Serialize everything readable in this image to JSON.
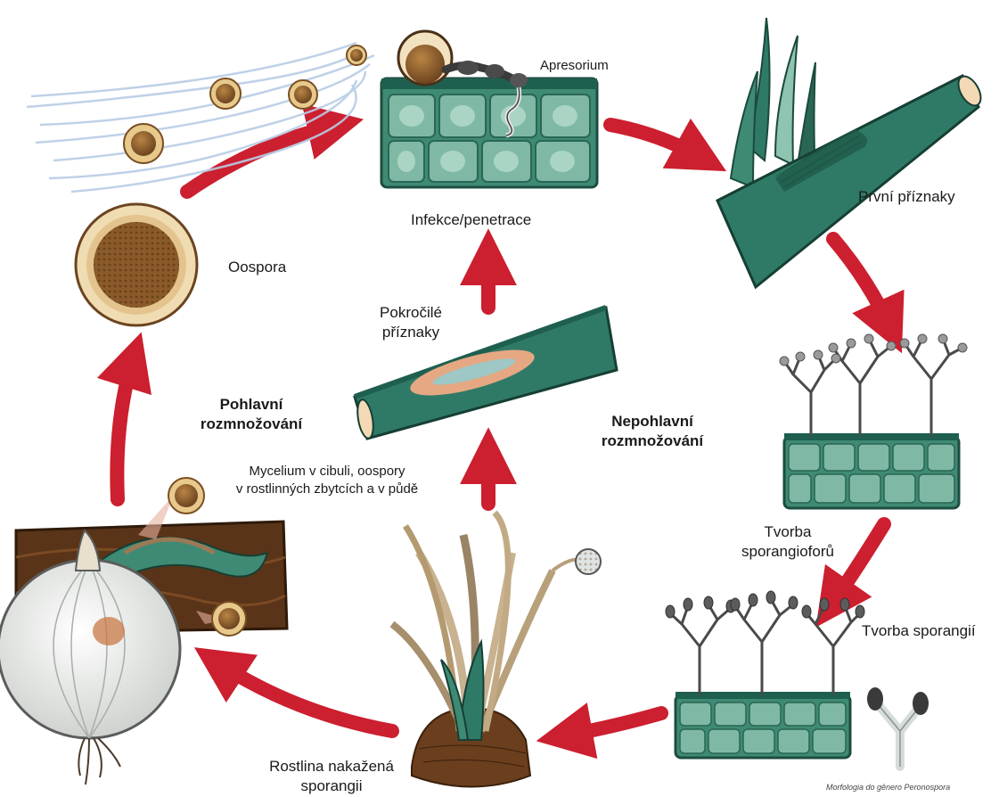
{
  "labels": {
    "apresorium": "Apresorium",
    "infekce": "Infekce/penetrace",
    "prvni": "První příznaky",
    "oospora": "Oospora",
    "pokrocile_1": "Pokročilé",
    "pokrocile_2": "příznaky",
    "pohlavni_1": "Pohlavní",
    "pohlavni_2": "rozmnožování",
    "nepohlavni_1": "Nepohlavní",
    "nepohlavni_2": "rozmnožování",
    "mycelium_1": "Mycelium v cibuli, oospory",
    "mycelium_2": "v rostlinných zbytcích a v půdě",
    "tvorba_sporangioforu_1": "Tvorba",
    "tvorba_sporangioforu_2": "sporangioforů",
    "tvorba_sporangii": "Tvorba sporangií",
    "rostlina_1": "Rostlina nakažená",
    "rostlina_2": "sporangii",
    "credit": "Morfologia do gênero Peronospora"
  },
  "colors": {
    "arrow": "#cc1f2f",
    "leaf_dark": "#1f5f4f",
    "leaf_mid": "#2f7a66",
    "cell_fill": "#5f9e8a",
    "cell_light": "#8fc4b0",
    "spore_brown": "#8a5a2a",
    "spore_tan": "#c9a06a",
    "soil": "#5a3418",
    "lesion": "#e5a882",
    "lesion_center": "#9ec7c6"
  }
}
